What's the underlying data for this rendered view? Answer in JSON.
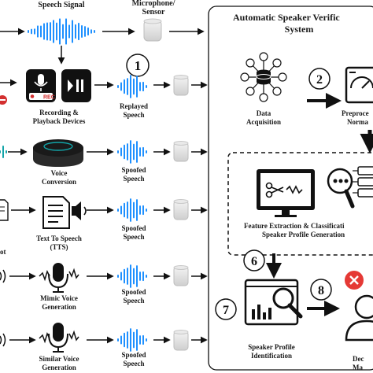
{
  "top": {
    "speech_signal": "Speech Signal",
    "microphone_l1": "Microphone/",
    "microphone_l2": "Sensor"
  },
  "rows": [
    {
      "device_l1": "Recording &",
      "device_l2": "Playback Devices",
      "speech_l1": "Replayed",
      "speech_l2": "Speech",
      "badge": "1"
    },
    {
      "device_l1": "Voice",
      "device_l2": "Conversion",
      "speech_l1": "Spoofed",
      "speech_l2": "Speech"
    },
    {
      "device_l1": "Text To Speech",
      "device_l2": "(TTS)",
      "speech_l1": "Spoofed",
      "speech_l2": "Speech",
      "left_text": "ot"
    },
    {
      "device_l1": "Mimic Voice",
      "device_l2": "Generation",
      "speech_l1": "Spoofed",
      "speech_l2": "Speech"
    },
    {
      "device_l1": "Similar Voice",
      "device_l2": "Generation",
      "speech_l1": "Spoofed",
      "speech_l2": "Speech"
    }
  ],
  "rec_label": "REC",
  "asv": {
    "title_l1": "Automatic Speaker Verific",
    "title_l2": "System",
    "acq_l1": "Data",
    "acq_l2": "Acquisition",
    "pre_l1": "Preproce",
    "pre_l2": "Norma",
    "feat_l1": "Feature Extraction & Classificati",
    "feat_l2": "Speaker Profile Generation",
    "spi_l1": "Speaker Profile",
    "spi_l2": "Identification",
    "dec_l1": "Dec",
    "dec_l2": "Ma",
    "badges": [
      "2",
      "6",
      "7",
      "8"
    ]
  },
  "colors": {
    "wave": "#1e90ff",
    "rec_red": "#d32f2f",
    "red_x": "#e53935",
    "ink": "#111111",
    "teal": "#12a4a8"
  }
}
